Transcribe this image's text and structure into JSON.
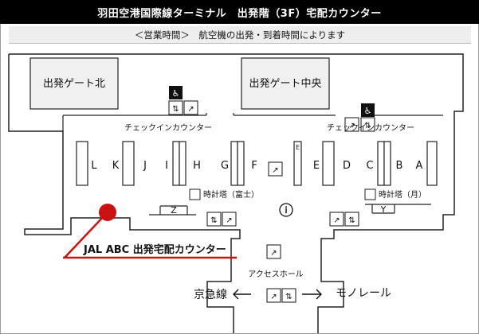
{
  "header": {
    "title": "羽田空港国際線ターミナル　出発階（3F）宅配カウンター"
  },
  "hours": {
    "label": "＜営業時間＞　航空機の出発・到着時間によります"
  },
  "map": {
    "gates": {
      "north": "出発ゲート北",
      "center": "出発ゲート中央"
    },
    "checkin_left_label": "チェックインカウンター",
    "checkin_right_label": "チェックインカウンター",
    "counters": [
      "L",
      "K",
      "J",
      "I",
      "H",
      "G",
      "F",
      "E",
      "E",
      "D",
      "C",
      "B",
      "A"
    ],
    "clocks": {
      "left": "時計塔（富士）",
      "right": "時計塔（月）"
    },
    "markers": {
      "z": "Z",
      "y": "Y"
    },
    "info_symbol": "ｉ",
    "access_hall": "アクセスホール",
    "keikyu": "京急線",
    "monorail": "モノレール",
    "counter_callout": "JAL ABC 出発宅配カウンター",
    "colors": {
      "marker": "#cc1111",
      "callout_line": "#cc1111",
      "walls": "#222222"
    }
  }
}
